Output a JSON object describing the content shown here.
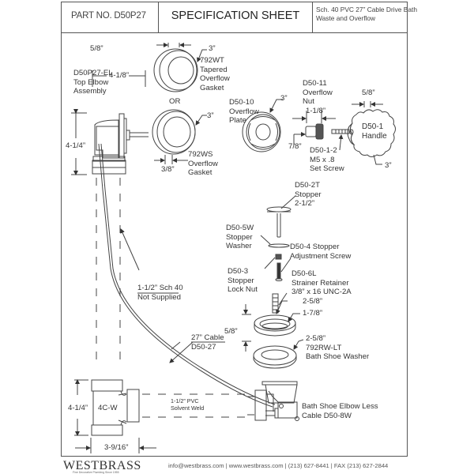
{
  "header": {
    "part_no": "PART NO.  D50P27",
    "title": "SPECIFICATION SHEET",
    "description_line1": "Sch. 40 PVC 27” Cable Drive Bath",
    "description_line2": "Waste and Overflow"
  },
  "components": {
    "top_elbow": {
      "line1": "D50P27-EL",
      "line2": "Top Elbow",
      "line3": "Assembly",
      "width_dim": "4-1/8”",
      "height_dim": "4-1/4”"
    },
    "gasket_792wt": {
      "line1": "792WT",
      "line2": "Tapered",
      "line3": "Overflow",
      "line4": "Gasket",
      "diameter": "3”",
      "thickness": "5/8”"
    },
    "or_label": "OR",
    "gasket_792ws": {
      "line1": "792WS",
      "line2": "Overflow",
      "line3": "Gasket",
      "diameter": "3”",
      "thickness": "3/8”"
    },
    "overflow_plate": {
      "line1": "D50-10",
      "line2": "Overflow",
      "line3": "Plate",
      "diameter": "3”"
    },
    "overflow_nut": {
      "line1": "D50-11",
      "line2": "Overflow",
      "line3": "Nut",
      "length": "1-1/8”",
      "diameter": "7/8”"
    },
    "handle": {
      "line1": "D50-1",
      "line2": "Handle",
      "thickness": "5/8”",
      "diameter": "3”"
    },
    "set_screw": {
      "line1": "D50-1-2",
      "line2": "M5 x .8",
      "line3": "Set Screw"
    },
    "stopper": {
      "line1": "D50-2T",
      "line2": "Stopper",
      "line3": "2-1/2”"
    },
    "stopper_washer": {
      "line1": "D50-5W",
      "line2": "Stopper",
      "line3": "Washer"
    },
    "adjustment_screw": {
      "line1": "D50-4 Stopper",
      "line2": "Adjustment Screw"
    },
    "lock_nut": {
      "line1": "D50-3",
      "line2": "Stopper",
      "line3": "Lock Nut"
    },
    "strainer_retainer": {
      "line1": "D50-6L",
      "line2": "Strainer Retainer",
      "line3": "3/8” x 16 UNC-2A"
    },
    "strainer": {
      "outer": "2-5/8”",
      "inner": "1-7/8”",
      "height": "5/8”"
    },
    "shoe_washer": {
      "line1": "2-5/8”",
      "line2": "792RW-LT",
      "line3": "Bath Shoe Washer"
    },
    "pipe": {
      "line1": "1-1/2” Sch 40",
      "line2": "Not Supplied"
    },
    "cable": {
      "line1": "27” Cable",
      "line2": "D50-27"
    },
    "tee": {
      "label": "4C-W",
      "height_dim": "4-1/4”",
      "width_dim": "3-9/16”"
    },
    "solvent_weld": {
      "line1": "1-1/2” PVC",
      "line2": "Solvent Weld"
    },
    "shoe_elbow": {
      "line1": "Bath Shoe Elbow Less",
      "line2": "Cable D50-8W"
    }
  },
  "footer": {
    "logo": "WESTBRASS",
    "tagline": "Fine Decorative Plumbing Since 1955",
    "contact": "info@westbrass.com  |  www.westbrass.com   |   (213) 627-8441   |   FAX (213) 627-2844"
  }
}
